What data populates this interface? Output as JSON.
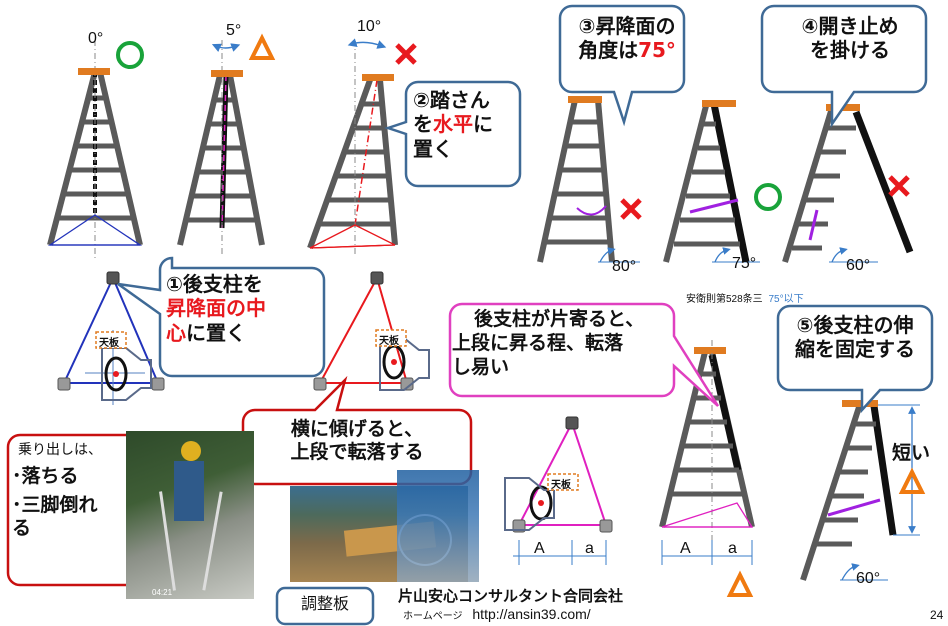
{
  "angle_labels": {
    "a0": "0°",
    "a5": "5°",
    "a10": "10°",
    "a80": "80°",
    "a75": "75°",
    "a60": "60°",
    "a60b": "60°"
  },
  "marks": {
    "ok": "○",
    "warn": "△",
    "ng": "×"
  },
  "callouts": {
    "step2": {
      "line1": "②踏さん",
      "line2_pre": "を",
      "line2_red": "水平",
      "line2_post": "に",
      "line3": "置く"
    },
    "step3": {
      "line1": "③昇降面の",
      "line2_pre": "角度は",
      "line2_red": "75°"
    },
    "step4": {
      "line1": "④開き止め",
      "line2": "を掛ける"
    },
    "step1": {
      "line1": "①後支柱を",
      "line2_red": "昇降面の中",
      "line3_red": "心",
      "line3_post": "に置く"
    },
    "tilt": {
      "line1": "横に傾げると、",
      "line2": "上段で転落する"
    },
    "offset": {
      "line1": "後支柱が片寄ると、",
      "line2": "上段に昇る程、転落",
      "line3": "し易い"
    },
    "step5": {
      "line1": "⑤後支柱の伸",
      "line2": "縮を固定する"
    },
    "boarding": {
      "line1": "乗り出しは、",
      "line2": "･落ちる",
      "line3": "･三脚倒れ",
      "line4": "る"
    },
    "adjust": {
      "label": "調整板"
    }
  },
  "regulation": {
    "text": "安衛則第528条三",
    "value": "75°以下"
  },
  "top_plate": "天板",
  "dims": {
    "A": "A",
    "a": "a"
  },
  "short_label": "短い",
  "photo_timestamp": "04:21",
  "company": {
    "name": "片山安心コンサルタント合同会社",
    "homepage_label": "ホームページ",
    "url": "http://ansin39.com/"
  },
  "page_number": "24",
  "colors": {
    "ladder": "#5a5a5a",
    "cap": "#e07b20",
    "red": "#e8191e",
    "blue": "#2233bb",
    "magenta": "#e020c0",
    "green": "#19a33a",
    "orange": "#f07a10",
    "callout_border": "#3f6a96",
    "pink_border": "#e040c0"
  }
}
